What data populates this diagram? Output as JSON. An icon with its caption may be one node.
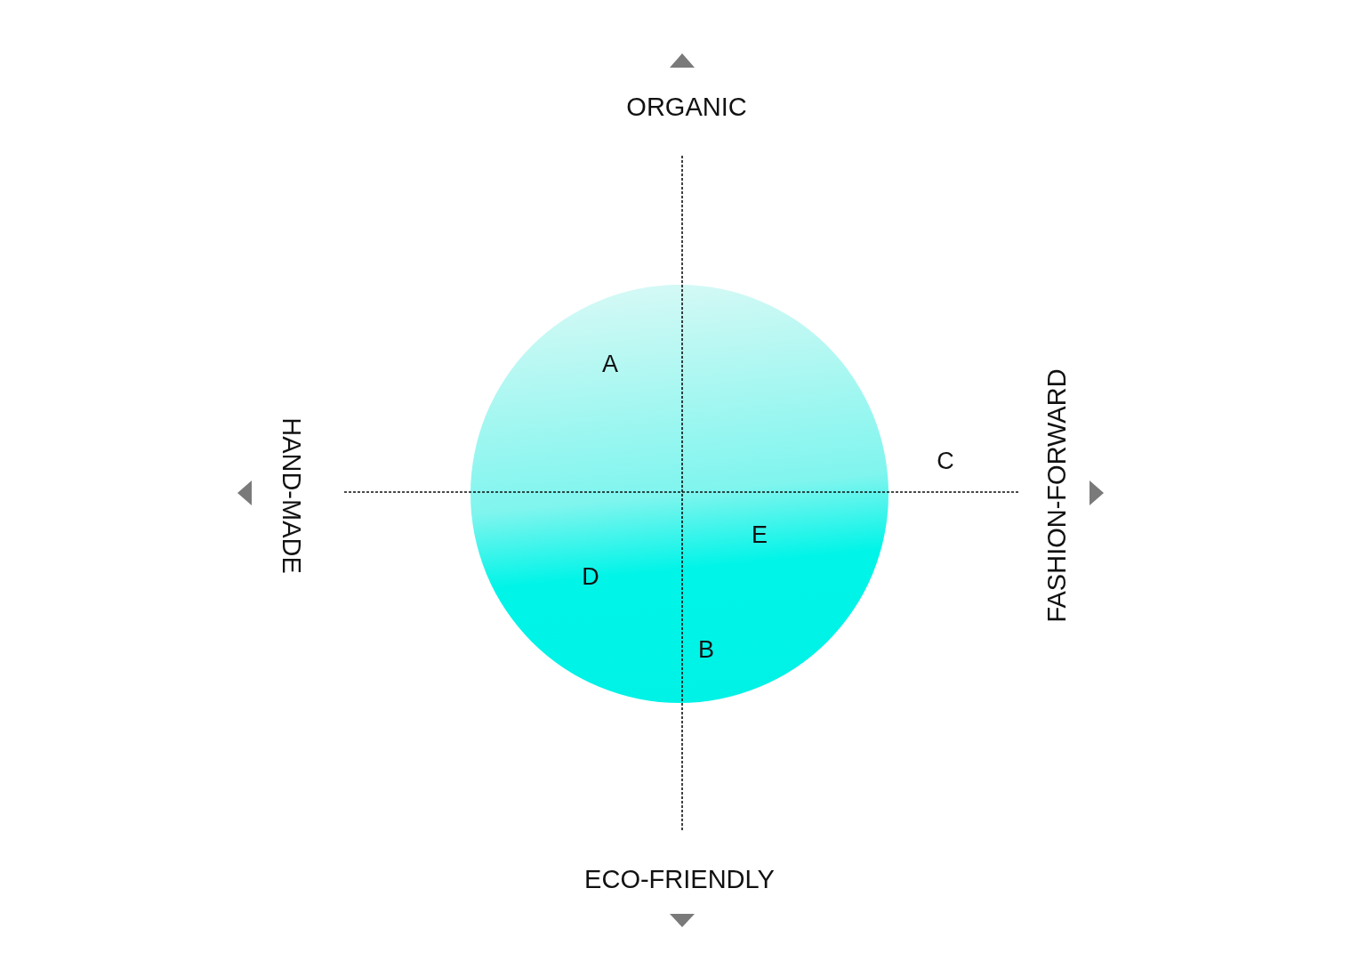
{
  "diagram": {
    "labels": [
      "ORGANIC",
      "HAND-MADE",
      "FASHION-FORWARD",
      "A",
      "C",
      "E",
      "D",
      "B",
      "ECO-FRIENDLY"
    ]
  }
}
